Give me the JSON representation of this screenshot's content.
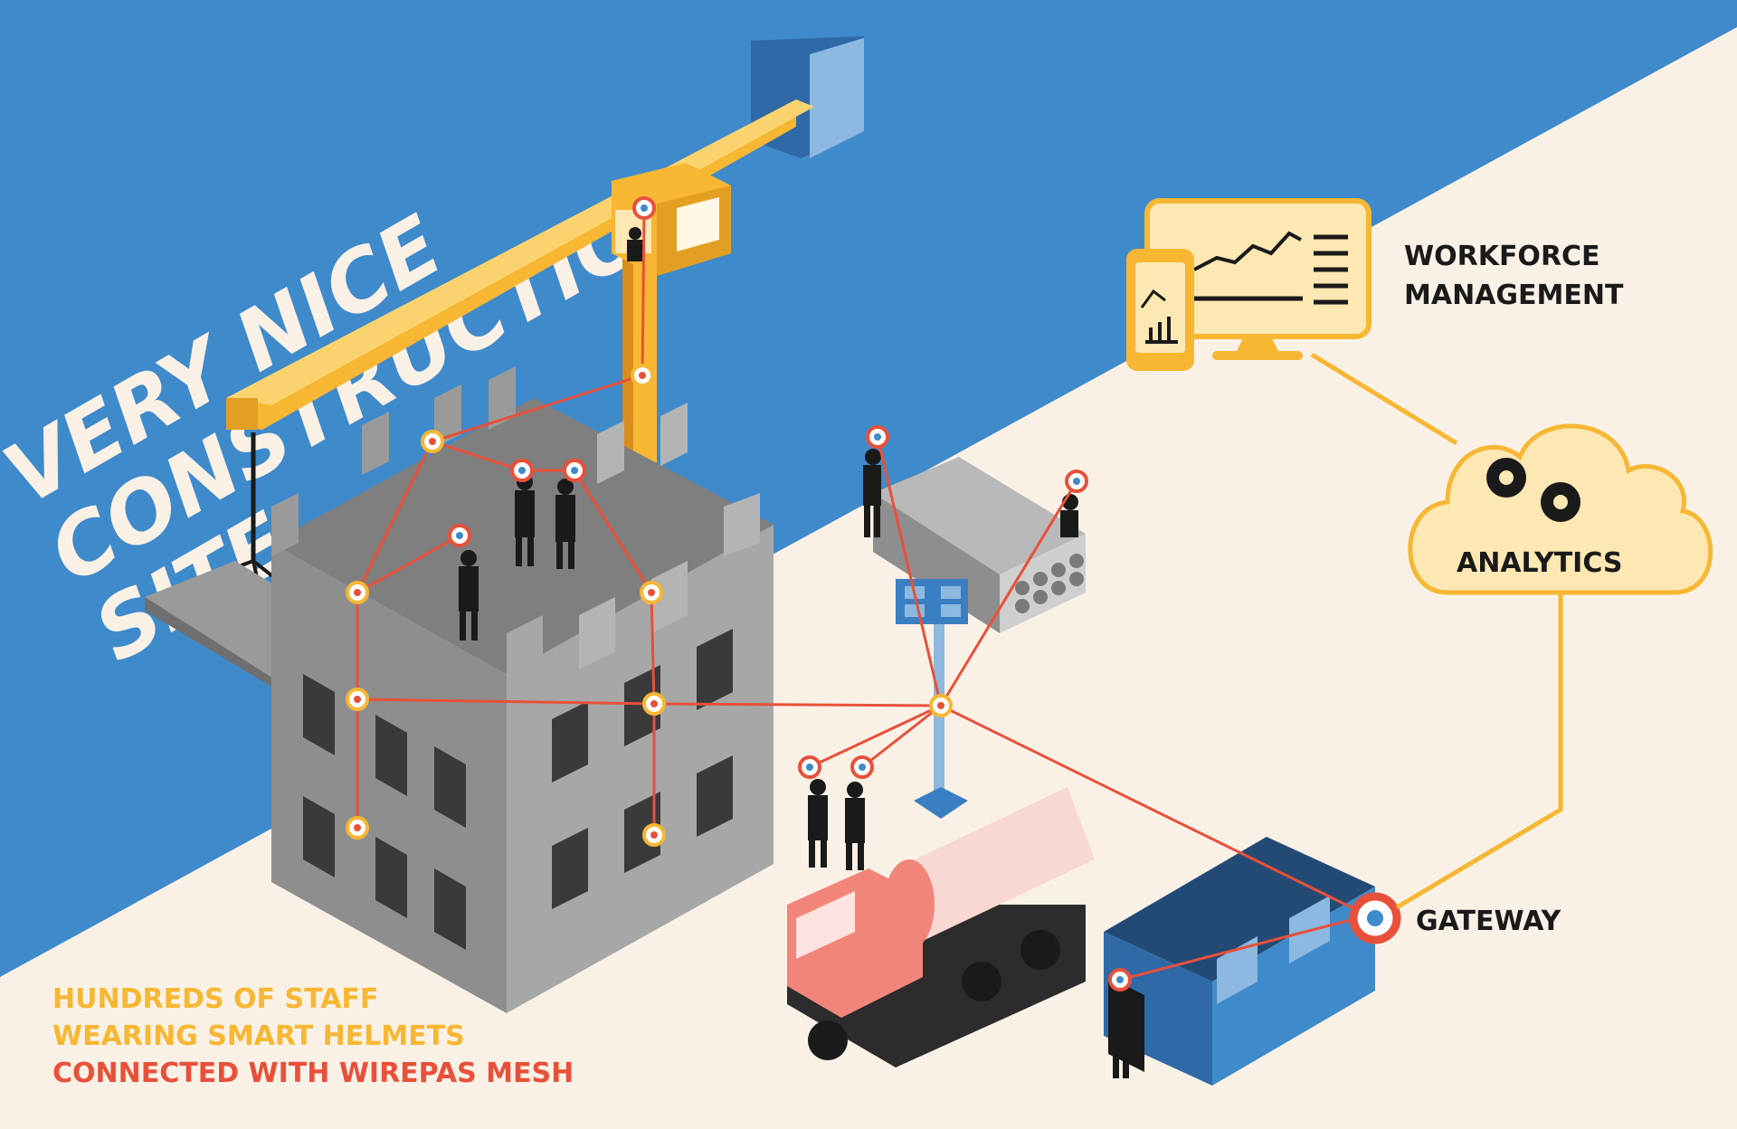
{
  "title": {
    "line1": "VERY NICE",
    "line2": "CONSTRUCTION",
    "line3": "SITE"
  },
  "labels": {
    "workforce_line1": "WORKFORCE",
    "workforce_line2": "MANAGEMENT",
    "analytics": "ANALYTICS",
    "gateway": "GATEWAY"
  },
  "caption": {
    "line1": "HUNDREDS OF STAFF",
    "line2": "WEARING SMART HELMETS",
    "line3": "CONNECTED WITH WIREPAS MESH"
  },
  "colors": {
    "sky_blue": "#3f8acb",
    "ground": "#faf1e6",
    "accent_yellow": "#f7b733",
    "mesh_red": "#e8503a",
    "concrete": "#8e8e8e",
    "cabin_blue": "#3a7fc2"
  },
  "icons": [
    "gear-icon",
    "line-chart-icon",
    "bar-chart-icon",
    "list-icon",
    "worker-icon",
    "helmet-node-icon"
  ]
}
